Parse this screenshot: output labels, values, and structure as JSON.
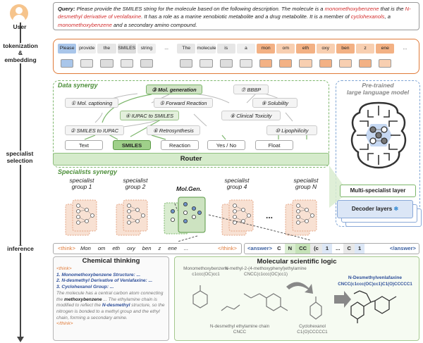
{
  "stages": {
    "user": "User",
    "tokenization": "tokenization\n&\nembedding",
    "specialist_selection": "specialist\nselection",
    "inference": "inference"
  },
  "query": {
    "label": "Query:",
    "seg1": " Please provide the SMILES string for the molecule based on the following description. The molecule is a ",
    "hl1": "monomethoxybenzene",
    "seg2": " that is the ",
    "hl2": "N-desmethyl derivative of venlafaxine",
    "seg3": ". It has a role as a marine xenobiotic metabolite and a drug metabolite. It is a member of ",
    "hl3": "cyclohexanols",
    "seg4": ", a ",
    "hl4": "monomethoxybenzene",
    "seg5": " and a secondary amino compound."
  },
  "tokens": [
    "Please",
    "provide",
    "the",
    "SMILES",
    "string",
    "...",
    "The",
    "molecule",
    "is",
    "a",
    "mon",
    "om",
    "eth",
    "oxy",
    "ben",
    "z",
    "ene",
    "..."
  ],
  "data_synergy": {
    "title": "Data synergy",
    "tasks": {
      "mol_gen": "③ Mol. generation",
      "mol_cap": "① Mol. captioning",
      "fwd": "⑤ Forward Reaction",
      "iupac_smiles": "④ IUPAC to SMILES",
      "smiles_iupac": "② SMILES to IUPAC",
      "retro": "⑥ Retrosynthesis",
      "bbbp": "⑦ BBBP",
      "sol": "⑨ Solubility",
      "tox": "⑧ Clinical Toxicity",
      "lipo": "⑩ Lipophilicity"
    },
    "outputs": [
      "Text",
      "SMILES",
      "Reaction",
      "Yes / No",
      "Float"
    ]
  },
  "router": "Router",
  "llm": {
    "title": "Pre-trained\nlarge language model",
    "multi_layer": "Multi-specialist layer",
    "decoder": "Decoder layers",
    "snow_icon": "snowflake-icon"
  },
  "specialists": {
    "title": "Specialists synergy",
    "groups": [
      "specialist\ngroup 1",
      "specialist\ngroup 2",
      "Mol.Gen.",
      "specialist\ngroup 4",
      "...",
      "specialist\ngroup N"
    ]
  },
  "inference": {
    "think_open": "<think>",
    "think_tokens": [
      "Mon",
      "om",
      "eth",
      "oxy",
      "ben",
      "z",
      "ene",
      "..."
    ],
    "think_close": "</think>",
    "answer_open": "<answer>",
    "answer_tokens": [
      "C",
      "N",
      "CC",
      "(c",
      "1",
      "...",
      "C",
      "1"
    ],
    "answer_close": "</answer>"
  },
  "chemical_thinking": {
    "title": "Chemical thinking",
    "open": "<think>",
    "items": [
      "1. Monomethoxybenzene Structure: ...",
      "2. N-desmethyl Derivative of Venlafaxine: ...",
      "3. Cyclohexanol Group: ..."
    ],
    "body1": "The molecule has a central carbon atom connecting the ",
    "bold1": "methoxybenzene",
    "body2": " ... The ethylamine chain is modified to reflect the ",
    "bold2": "N-desmethyl",
    "body3": " structure, so the nitrogen is bonded to a methyl group and the ethyl chain, forming a secondary amine.",
    "close": "</think>"
  },
  "molecular_logic": {
    "title": "Molecular scientific logic",
    "m1": "Monomethoxybenzene\nc1ccc(OC)cc1",
    "m2": "N-methyl-2-(4-methoxyphenyl)ethylamine\nCNCC(c1ccc(OC)cc1)",
    "m3": "N-desmethyl ethylamine chain\nCNCC",
    "m4": "Cyclohexanol\nC1(O)CCCCC1",
    "result_name": "N-Desmethylvenlafaxine",
    "result_smiles": "CNCC(c1ccc(OC)cc1)C1(O)CCCCC1"
  },
  "colors": {
    "green": "#7cb66b",
    "orange": "#e07b39",
    "blue": "#6e93c9",
    "red": "#d32f2f"
  }
}
